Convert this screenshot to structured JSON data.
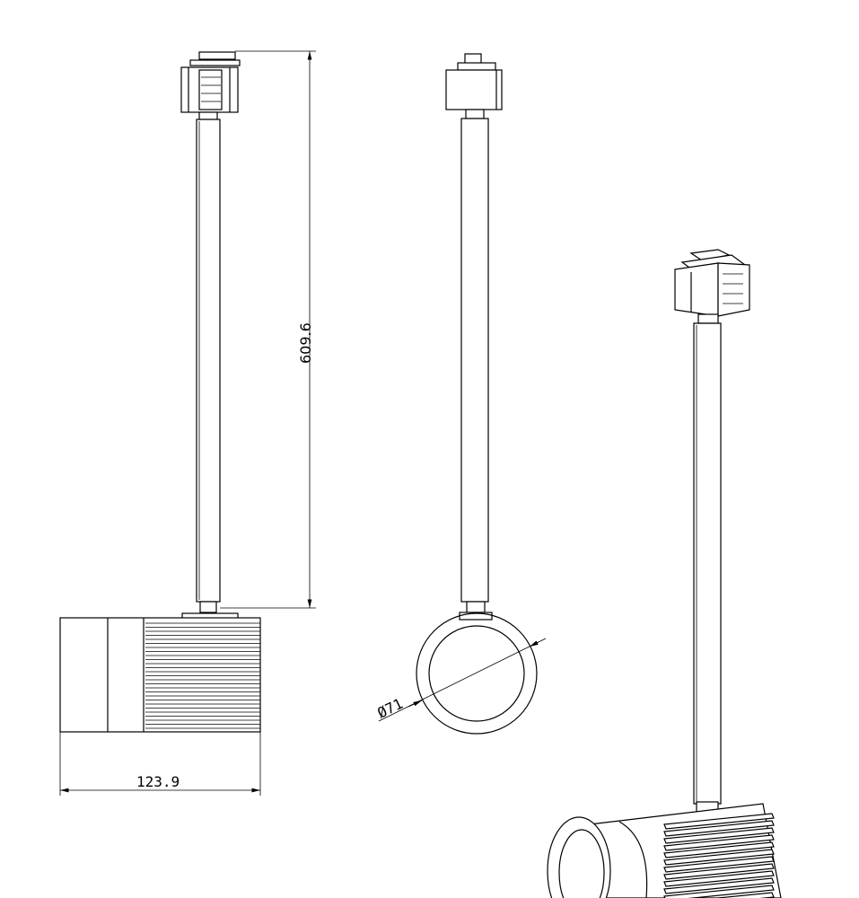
{
  "drawing": {
    "dimensions": {
      "height": "609.6",
      "width": "123.9",
      "diameter": "Ø71"
    },
    "colors": {
      "line": "#000000",
      "background": "#ffffff"
    }
  }
}
